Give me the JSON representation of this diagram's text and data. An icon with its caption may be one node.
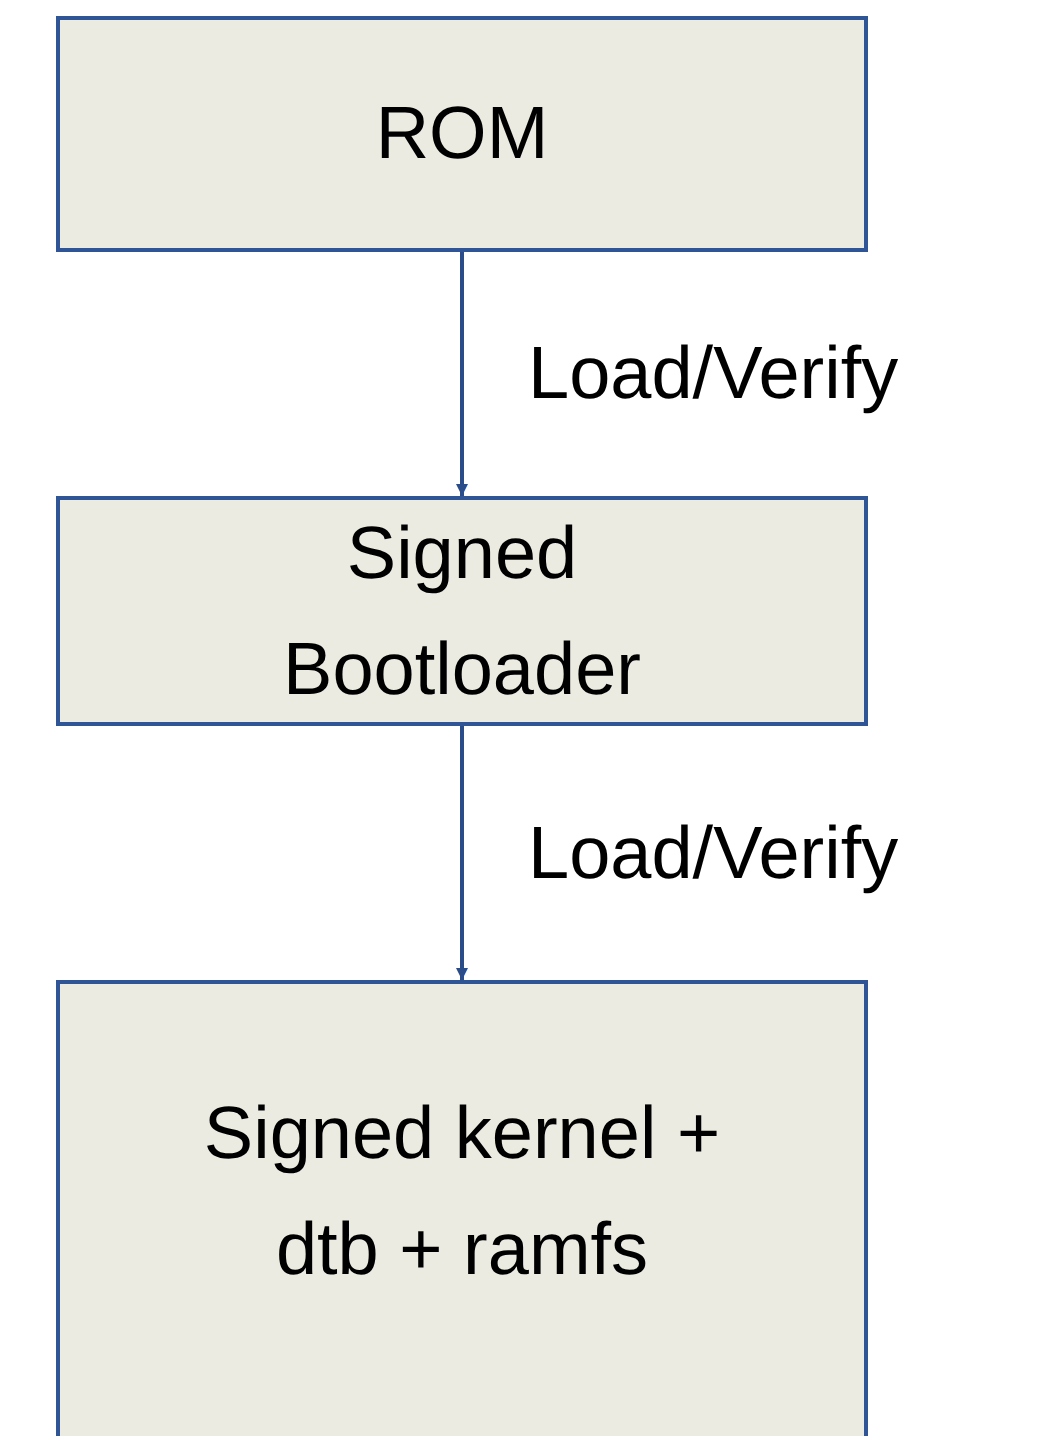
{
  "diagram": {
    "nodes": [
      {
        "text": [
          "ROM"
        ]
      },
      {
        "text": [
          "Signed Bootloader"
        ]
      },
      {
        "text": [
          "Signed kernel + dtb + ramfs"
        ]
      }
    ],
    "edges": [
      {
        "from": 0,
        "to": 1,
        "arrow": "to",
        "label": "Load/Verify"
      },
      {
        "from": 1,
        "to": 2,
        "arrow": "to",
        "label": "Load/Verify"
      }
    ]
  }
}
